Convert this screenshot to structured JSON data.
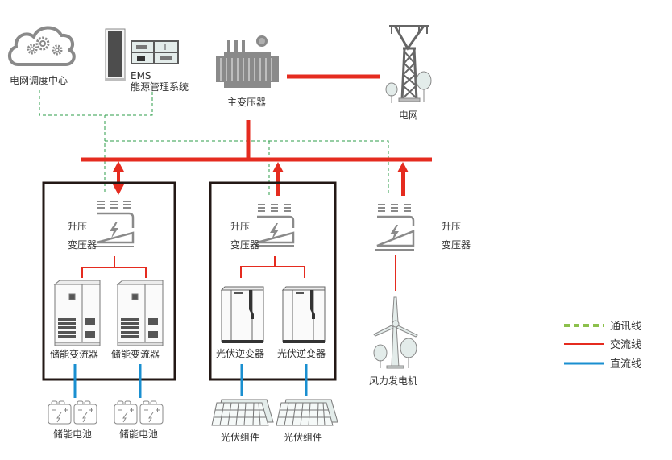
{
  "diagram": {
    "colors": {
      "ac": "#e52b1f",
      "dc": "#1a8fd0",
      "comm": "#2e9e4a",
      "comm_legend": "#8cc04b",
      "frame": "#231815",
      "icon_gray": "#8a8a8a",
      "icon_fill": "#e3ecea"
    },
    "nodes": {
      "grid_dispatch": {
        "label": "电网调度中心",
        "icon": "cloud-gears-icon"
      },
      "ems": {
        "label_line1": "EMS",
        "label_line2": "能源管理系统",
        "icon": "server-monitor-icon"
      },
      "main_transformer": {
        "label": "主变压器",
        "icon": "power-transformer-icon"
      },
      "grid": {
        "label": "电网",
        "icon": "transmission-tower-icon"
      },
      "step_up_transformers": [
        {
          "label_line1": "升压",
          "label_line2": "变压器",
          "icon": "step-up-transformer-icon"
        },
        {
          "label_line1": "升压",
          "label_line2": "变压器",
          "icon": "step-up-transformer-icon"
        },
        {
          "label_line1": "升压",
          "label_line2": "变压器",
          "icon": "step-up-transformer-icon"
        }
      ],
      "pcs": [
        {
          "label": "储能变流器",
          "icon": "pcs-cabinet-icon"
        },
        {
          "label": "储能变流器",
          "icon": "pcs-cabinet-icon"
        }
      ],
      "pv_inverters": [
        {
          "label": "光伏逆变器",
          "icon": "inverter-cabinet-icon"
        },
        {
          "label": "光伏逆变器",
          "icon": "inverter-cabinet-icon"
        }
      ],
      "batteries": [
        {
          "label": "储能电池",
          "icon": "battery-icon"
        },
        {
          "label": "储能电池",
          "icon": "battery-icon"
        }
      ],
      "pv_modules": [
        {
          "label": "光伏组件",
          "icon": "solar-panel-icon"
        },
        {
          "label": "光伏组件",
          "icon": "solar-panel-icon"
        }
      ],
      "wind_turbine": {
        "label": "风力发电机",
        "icon": "wind-turbine-icon"
      }
    },
    "legend": [
      {
        "label": "通讯线",
        "style": "dashed",
        "color_key": "comm_legend"
      },
      {
        "label": "交流线",
        "style": "solid",
        "color_key": "ac"
      },
      {
        "label": "直流线",
        "style": "solid",
        "color_key": "dc"
      }
    ]
  }
}
